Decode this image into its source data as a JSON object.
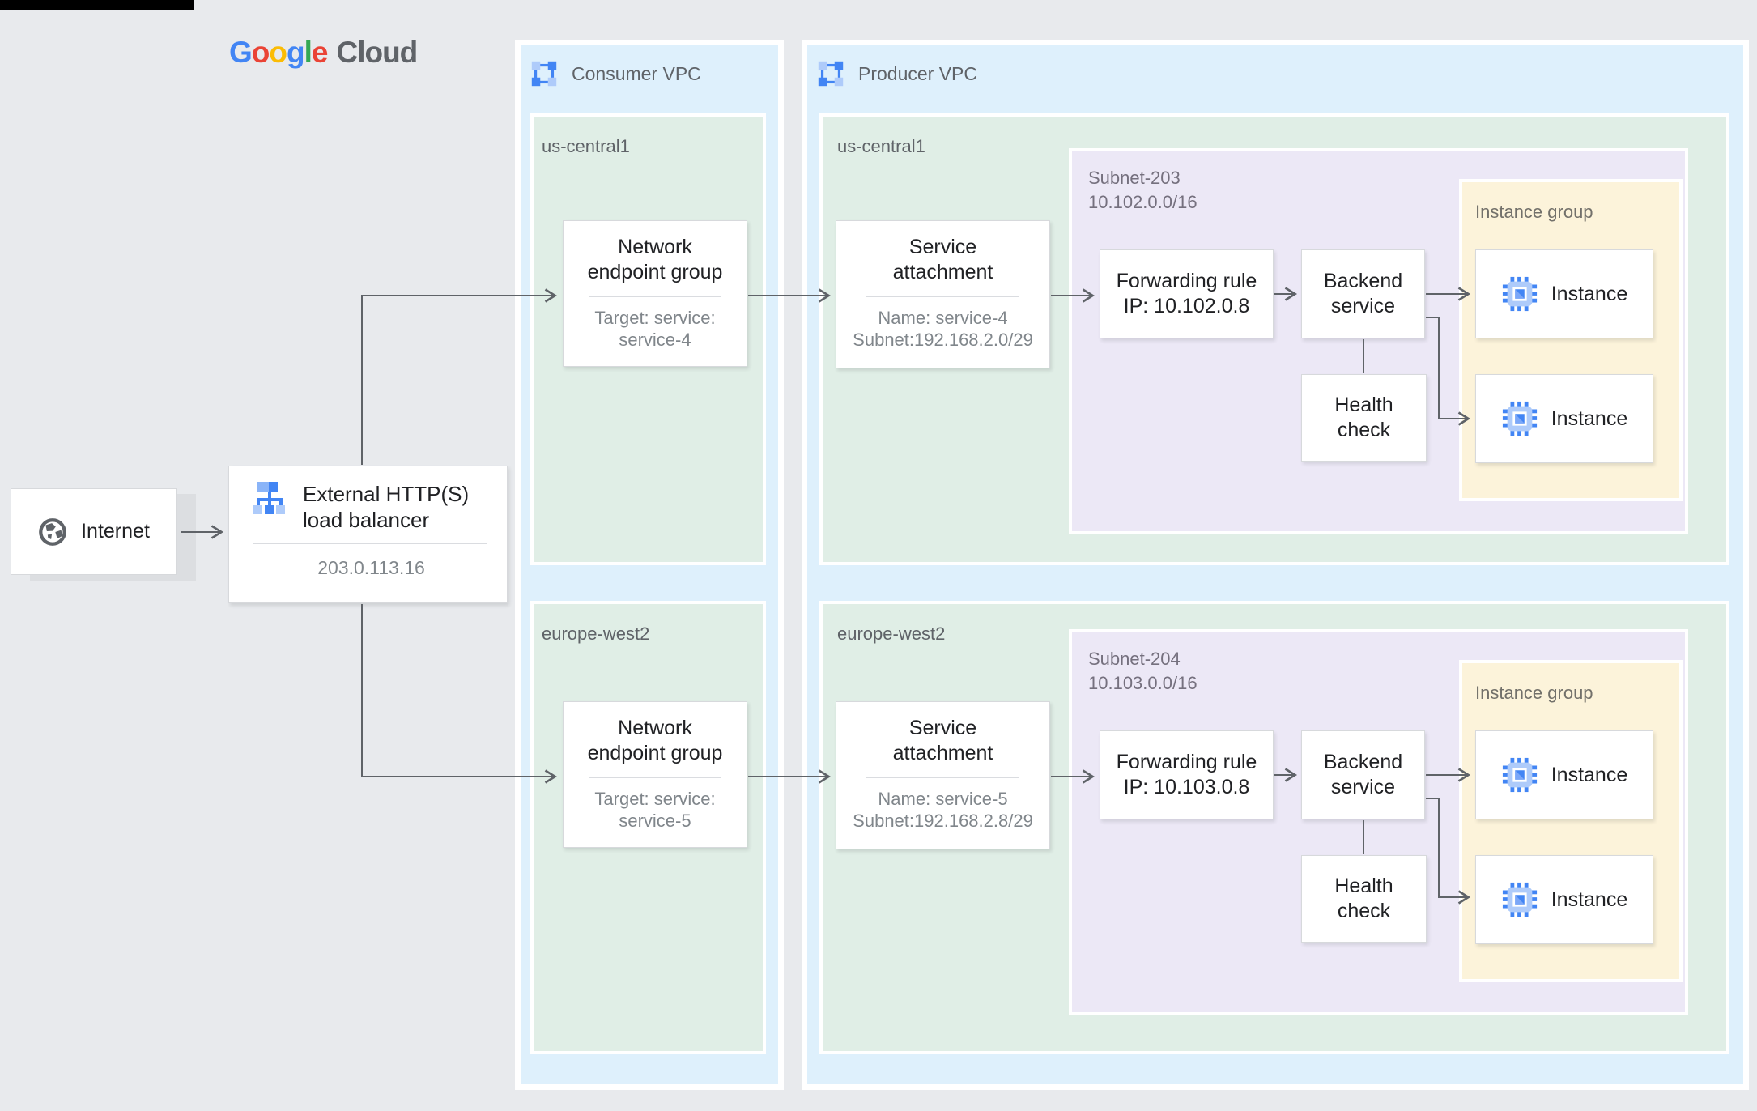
{
  "colors": {
    "background": "#e8eaed",
    "vpc_panel_fill": "#def0fc",
    "region_fill": "#e0eee6",
    "subnet_fill": "#ece8f6",
    "instance_group_fill": "#fcf3da",
    "accent_blue": "#4285F4",
    "accent_blue_light": "#aecbfa",
    "line_gray": "#5f6368"
  },
  "logo": {
    "google_letters": [
      {
        "ch": "G",
        "color": "#4285F4"
      },
      {
        "ch": "o",
        "color": "#EA4335"
      },
      {
        "ch": "o",
        "color": "#FBBC05"
      },
      {
        "ch": "g",
        "color": "#4285F4"
      },
      {
        "ch": "l",
        "color": "#34A853"
      },
      {
        "ch": "e",
        "color": "#EA4335"
      }
    ],
    "cloud": "Cloud"
  },
  "icons": {
    "internet": "globe-icon",
    "load_balancer": "load-balancer-icon",
    "vpc": "vpc-network-icon",
    "instance": "chip-icon"
  },
  "internet": {
    "label": "Internet"
  },
  "load_balancer": {
    "title_line1": "External HTTP(S)",
    "title_line2": "load balancer",
    "ip": "203.0.113.16"
  },
  "consumer": {
    "label": "Consumer VPC",
    "regions": [
      {
        "name": "us-central1",
        "neg": {
          "title_line1": "Network",
          "title_line2": "endpoint group",
          "sub_line1": "Target: service:",
          "sub_line2": "service-4"
        }
      },
      {
        "name": "europe-west2",
        "neg": {
          "title_line1": "Network",
          "title_line2": "endpoint group",
          "sub_line1": "Target: service:",
          "sub_line2": "service-5"
        }
      }
    ]
  },
  "producer": {
    "label": "Producer VPC",
    "regions": [
      {
        "name": "us-central1",
        "attachment": {
          "title_line1": "Service",
          "title_line2": "attachment",
          "sub_line1": "Name: service-4",
          "sub_line2": "Subnet:192.168.2.0/29"
        },
        "subnet": {
          "name": "Subnet-203",
          "cidr": "10.102.0.0/16",
          "forwarding_rule": {
            "line1": "Forwarding rule",
            "line2": "IP: 10.102.0.8"
          },
          "backend_service": {
            "line1": "Backend",
            "line2": "service"
          },
          "health_check": {
            "line1": "Health",
            "line2": "check"
          },
          "instance_group": {
            "label": "Instance group",
            "instances": [
              {
                "label": "Instance"
              },
              {
                "label": "Instance"
              }
            ]
          }
        }
      },
      {
        "name": "europe-west2",
        "attachment": {
          "title_line1": "Service",
          "title_line2": "attachment",
          "sub_line1": "Name: service-5",
          "sub_line2": "Subnet:192.168.2.8/29"
        },
        "subnet": {
          "name": "Subnet-204",
          "cidr": "10.103.0.0/16",
          "forwarding_rule": {
            "line1": "Forwarding rule",
            "line2": "IP: 10.103.0.8"
          },
          "backend_service": {
            "line1": "Backend",
            "line2": "service"
          },
          "health_check": {
            "line1": "Health",
            "line2": "check"
          },
          "instance_group": {
            "label": "Instance group",
            "instances": [
              {
                "label": "Instance"
              },
              {
                "label": "Instance"
              }
            ]
          }
        }
      }
    ]
  }
}
